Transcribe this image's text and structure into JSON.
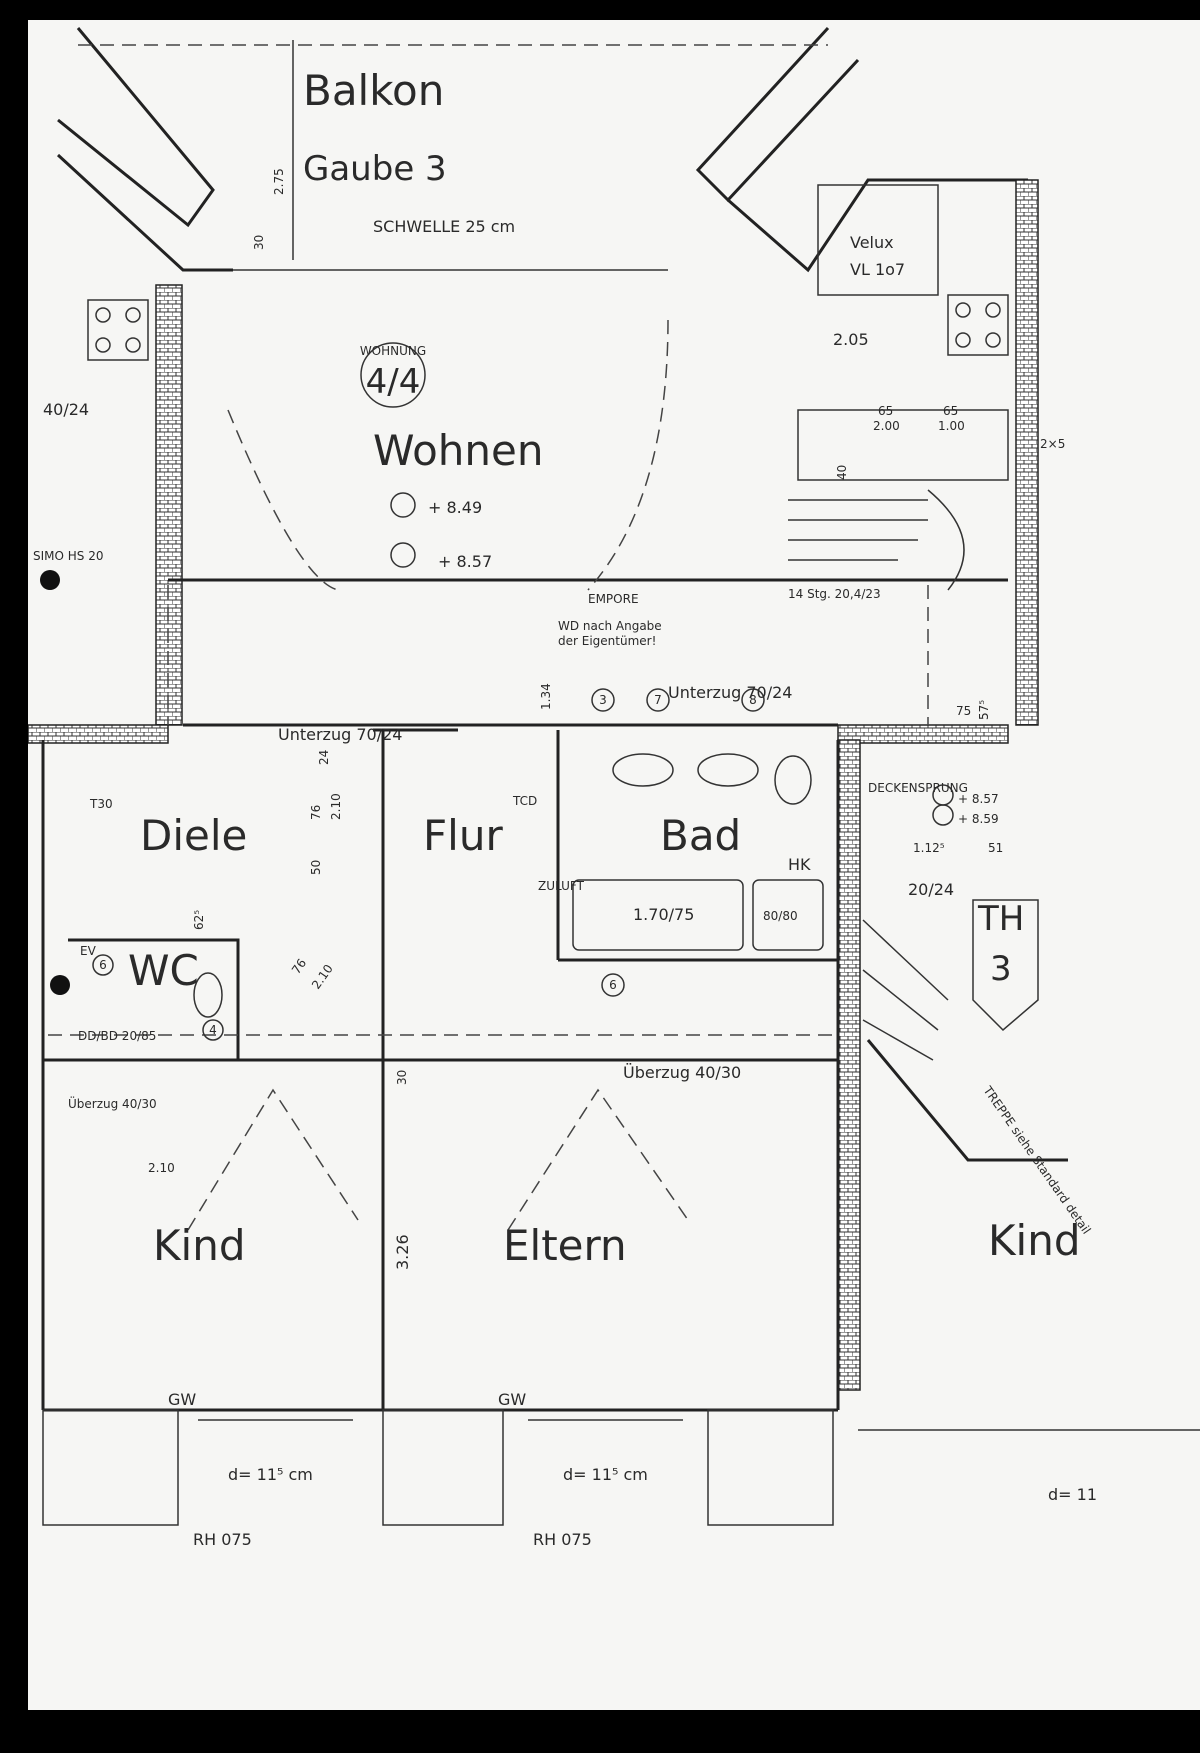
{
  "rooms": {
    "balkon": "Balkon",
    "gaube": "Gaube 3",
    "wohnen": "Wohnen",
    "diele": "Diele",
    "flur": "Flur",
    "bad": "Bad",
    "wc": "WC",
    "kind_left": "Kind",
    "eltern": "Eltern",
    "kind_right": "Kind",
    "th": "TH",
    "th_num": "3"
  },
  "stamp": {
    "top": "WOHNUNG",
    "num": "4/4"
  },
  "notes": {
    "schwelle": "SCHWELLE 25 cm",
    "velux1": "Velux",
    "velux2": "VL 1o7",
    "empore": "EMPORE",
    "wd1": "WD nach Angabe",
    "wd2": "der Eigentümer!",
    "unterzug_right": "Unterzug 70/24",
    "unterzug_left": "Unterzug 70/24",
    "uberzug_mid": "Überzug 40/30",
    "uberzug_left": "Überzug 40/30",
    "deckensprung": "DECKENSPRUNG",
    "treppe": "TREPPE siehe Standard detail",
    "stairs": "14 Stg. 20,4/23",
    "simo": "SIMO HS 20",
    "hk": "HK",
    "gw": "GW",
    "ev": "EV",
    "zuluft": "ZULUFT",
    "t30": "T30",
    "dd_bd": "DD/BD 20/85",
    "tcd": "TCD",
    "d_left": "d= 11⁵ cm",
    "d_mid": "d= 11⁵ cm",
    "d_right": "d= 11",
    "rh_left": "RH 075",
    "rh_mid": "RH 075"
  },
  "levels": {
    "l1": "+ 8.49",
    "l2": "+ 8.57",
    "l3": "+ 8.57",
    "l4": "+ 8.59"
  },
  "dims": {
    "d275": "2.75",
    "d30a": "30",
    "d205": "2.05",
    "d4024": "40/24",
    "d134": "1.34",
    "d24": "24",
    "d76a": "76",
    "d210a": "2.10",
    "d50": "50",
    "d625": "62⁵",
    "d76b": "76",
    "d210b": "2.10",
    "d30b": "30",
    "d326": "3.26",
    "d210c": "2.10",
    "d75": "75",
    "d575": "57⁵",
    "tub": "1.70/75",
    "shower": "80/80",
    "d20_24": "20/24",
    "d1_125": "1.12⁵",
    "d51": "51",
    "d65a": "65",
    "d65b": "65",
    "d200": "2.00",
    "d100": "1.00",
    "d40": "40",
    "d2x": "2×5"
  },
  "markers": {
    "m3": "3",
    "m7": "7",
    "m8": "8",
    "m6": "6",
    "m6b": "6",
    "m4": "4"
  }
}
